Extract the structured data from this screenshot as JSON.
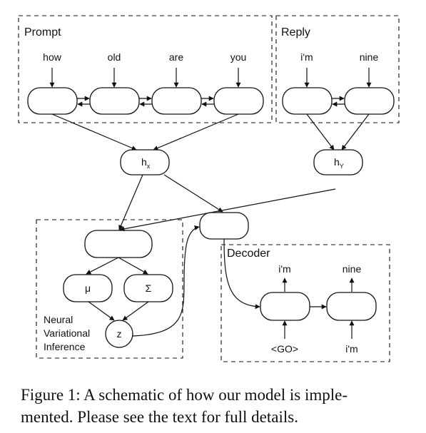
{
  "groups": {
    "prompt": "Prompt",
    "reply": "Reply",
    "decoder": "Decoder",
    "nvi": [
      "Neural",
      "Variational",
      "Inference"
    ]
  },
  "prompt_words": [
    "how",
    "old",
    "are",
    "you"
  ],
  "reply_words": [
    "i'm",
    "nine"
  ],
  "nodes": {
    "hx": "h",
    "hx_sub": "x",
    "hy": "h",
    "hy_sub": "Y",
    "mu": "μ",
    "sigma": "Σ",
    "z": "z"
  },
  "decoder_outputs": [
    "i'm",
    "nine"
  ],
  "decoder_inputs": [
    "<GO>",
    "i'm"
  ],
  "caption": {
    "line1": "Figure 1: A schematic of how our model is imple-",
    "line2": "mented. Please see the text for full details."
  }
}
